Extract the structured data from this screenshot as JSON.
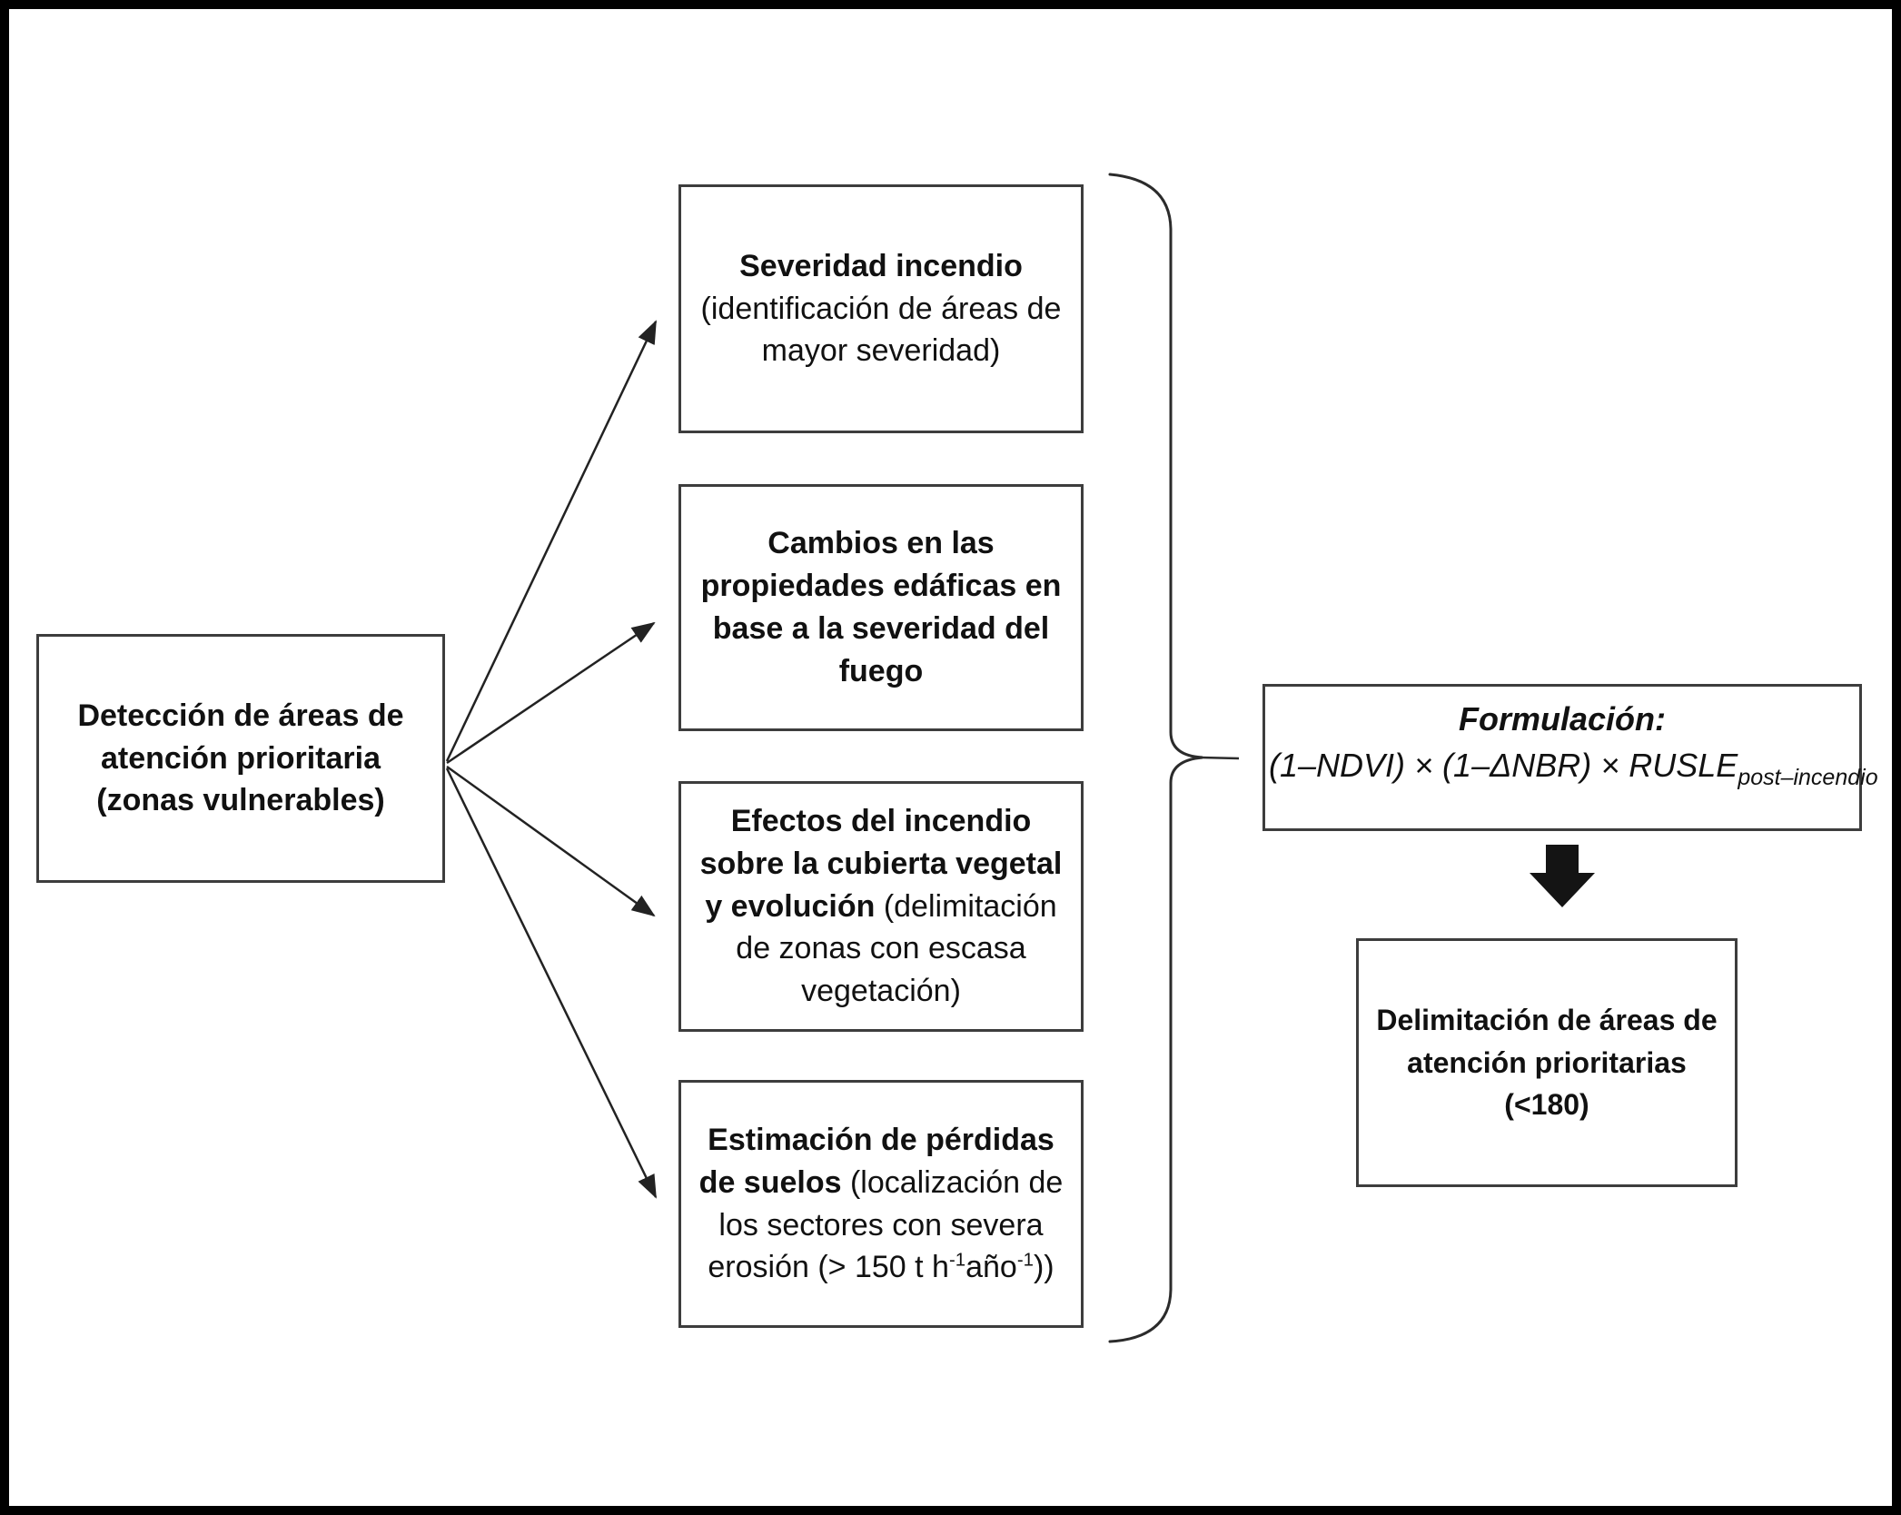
{
  "diagram": {
    "left_box": {
      "text": "Detección de áreas de atención prioritaria (zonas vulnerables)"
    },
    "middle_boxes": [
      {
        "title": "Severidad incendio",
        "subtitle": "(identificación de áreas de mayor severidad)"
      },
      {
        "title": "Cambios en las propiedades edáficas en base a la severidad del fuego"
      },
      {
        "title": "Efectos del incendio sobre la cubierta vegetal y evolución",
        "subtitle": "(delimitación de zonas con escasa vegetación)"
      },
      {
        "title": "Estimación de pérdidas de suelos",
        "subtitle_pre": "(localización de los sectores con severa erosión (> 150 t h",
        "sup1": "-1",
        "mid": "año",
        "sup2": "-1",
        "close": "))"
      }
    ],
    "formula_box": {
      "title": "Formulación:",
      "formula": "(1–NDVI) × (1–ΔNBR) × RUSLE",
      "subscript": "post–incendio"
    },
    "result_box": {
      "main": "Delimitación de áreas de atención prioritarias",
      "threshold": "(<180)"
    },
    "colors": {
      "line": "#2b2b2b",
      "border": "#3d3d3d",
      "text": "#111111",
      "arrow_fill": "#141414",
      "background": "#ffffff"
    }
  }
}
